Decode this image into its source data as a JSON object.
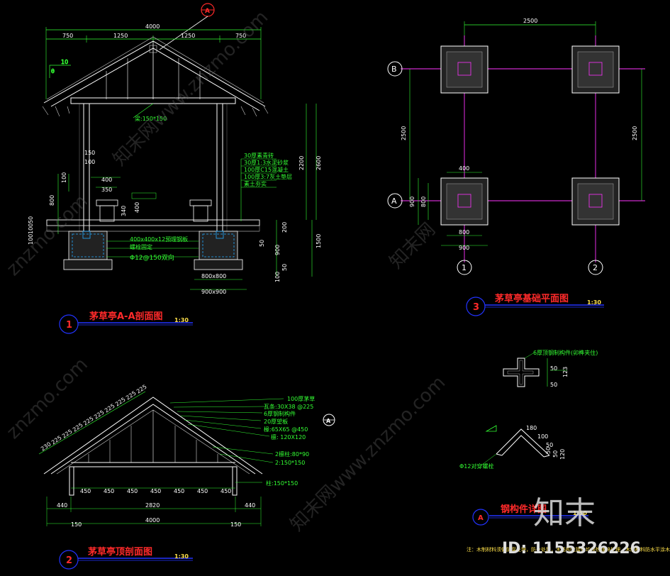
{
  "drawings": {
    "section_aa": {
      "index": "1",
      "title": "茅草亭A-A剖面图",
      "scale": "1:30",
      "section_marker": "A",
      "dims_top": [
        "750",
        "1250",
        "1250",
        "750"
      ],
      "overall_width": "4000",
      "beam": "梁:150*150",
      "seat_dims": [
        "400",
        "350"
      ],
      "seat_height": [
        "340",
        "400"
      ],
      "left_heights": [
        "800",
        "100",
        "150",
        "100"
      ],
      "left_base": [
        "100",
        "100",
        "50"
      ],
      "right_heights": [
        "2200",
        "2600"
      ],
      "floor_layers": [
        "30厚素青砖",
        "30厚1:3水泥砂浆",
        "100厚C15混凝土",
        "100厚3:7灰土垫层",
        "素土夯实"
      ],
      "plate_label": "400x400x12预埋钢板",
      "rebar_label": "螺栓固定",
      "rebar_spec": "Φ12@150双向",
      "foot_dims": [
        "800x800",
        "900x900"
      ],
      "foot_heights": [
        "200",
        "50",
        "900",
        "1500",
        "50",
        "100"
      ]
    },
    "foundation_plan": {
      "index": "3",
      "title": "茅草亭基础平面图",
      "scale": "1:30",
      "span_x": "2500",
      "span_y": "2500",
      "axes_y": [
        "B",
        "A"
      ],
      "axes_x": [
        "1",
        "2"
      ],
      "pad_dims": [
        "400",
        "800",
        "900"
      ],
      "side_dims": [
        "900",
        "800"
      ]
    },
    "roof_section": {
      "index": "2",
      "title": "茅草亭顶剖面图",
      "scale": "1:30",
      "section_marker": "A",
      "slope_dims": [
        "230",
        "225",
        "225",
        "225",
        "225",
        "225",
        "225",
        "225",
        "225",
        "225"
      ],
      "layers": [
        "100厚茅草",
        "瓦条:30X38 @225",
        "6厚钢制构件",
        "20厚望板",
        "椽:65X65 @450",
        "檩: 120X120",
        "2檩柱:80*90",
        "2:150*150",
        "柱:150*150"
      ],
      "bay_dims": [
        "450",
        "450",
        "450",
        "450",
        "450",
        "450",
        "450"
      ],
      "mid_dims": [
        "440",
        "2820",
        "440"
      ],
      "bottom_dims": [
        "150",
        "4000",
        "150"
      ]
    },
    "steel_detail": {
      "index": "A",
      "title": "钢构件详图",
      "scale": "1:50",
      "plate_label": "6厚顶钢制构件(卯榫夹住)",
      "dim_side": [
        "50",
        "123",
        "50"
      ],
      "bolt_label": "Φ12对穿螺栓",
      "angle_dims": [
        "180",
        "100",
        "50",
        "50",
        "50",
        "120"
      ]
    }
  },
  "notes": "注：木制材料须做防腐处理，防火处理，木结构连接件均须热镀锌处理，木制材料防水平涂木",
  "watermarks": [
    "znzmo.com",
    "知末网www.znzmo.com",
    "知末网",
    "znzmo.com",
    "知末网www.znzmo.com"
  ],
  "logo_text": "知末",
  "id_text": "ID: 1155326226",
  "colors": {
    "background": "#000000",
    "dimension_green": "#33ff33",
    "structure_white": "#ffffff",
    "title_red": "#ff2a2a",
    "underline_blue": "#2233ff",
    "grid_magenta": "#ff33ff",
    "scale_yellow": "#ffe14a"
  }
}
